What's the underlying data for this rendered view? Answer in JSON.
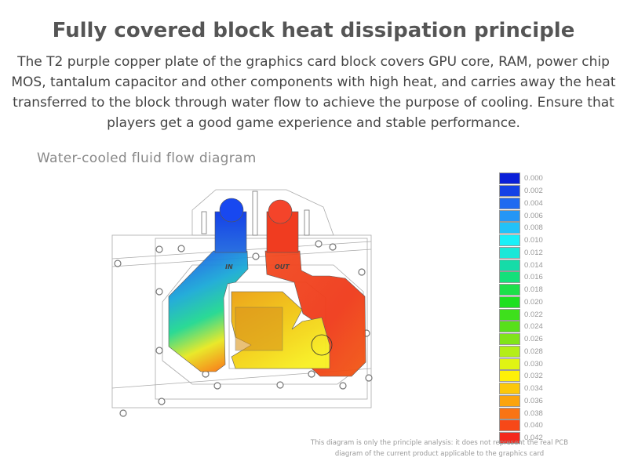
{
  "title": "Fully covered block heat dissipation principle",
  "description": [
    "The T2 purple copper plate of the graphics card block covers GPU core, RAM, power chip",
    "MOS, tantalum capacitor and other components with high heat, and carries away the heat",
    "transferred to the block through water flow to achieve the purpose of cooling. Ensure that",
    "players get a good game experience and stable performance."
  ],
  "diagram": {
    "subtitle": "Water-cooled fluid flow diagram",
    "inlet_label": "IN",
    "outlet_label": "OUT",
    "inlet_color": "#1a4fe0",
    "outlet_color": "#f23a1e"
  },
  "legend": {
    "values": [
      "0.000",
      "0.002",
      "0.004",
      "0.006",
      "0.008",
      "0.010",
      "0.012",
      "0.014",
      "0.016",
      "0.018",
      "0.020",
      "0.022",
      "0.024",
      "0.026",
      "0.028",
      "0.030",
      "0.032",
      "0.034",
      "0.036",
      "0.038",
      "0.040",
      "0.042"
    ],
    "colors": [
      "#0a1fd8",
      "#1442e6",
      "#1f6af0",
      "#2596f5",
      "#22c2f8",
      "#19f0f8",
      "#1ae8d8",
      "#15dca8",
      "#14e07a",
      "#1de04a",
      "#1ee020",
      "#3ee01c",
      "#58e01a",
      "#80e41a",
      "#b4ee18",
      "#e0f414",
      "#fef008",
      "#fcc80a",
      "#fba40e",
      "#f97414",
      "#f74818",
      "#f4281c"
    ]
  },
  "note": [
    "This diagram is only the principle analysis: it does not represent the real PCB",
    "diagram of the current product applicable to the graphics card"
  ]
}
